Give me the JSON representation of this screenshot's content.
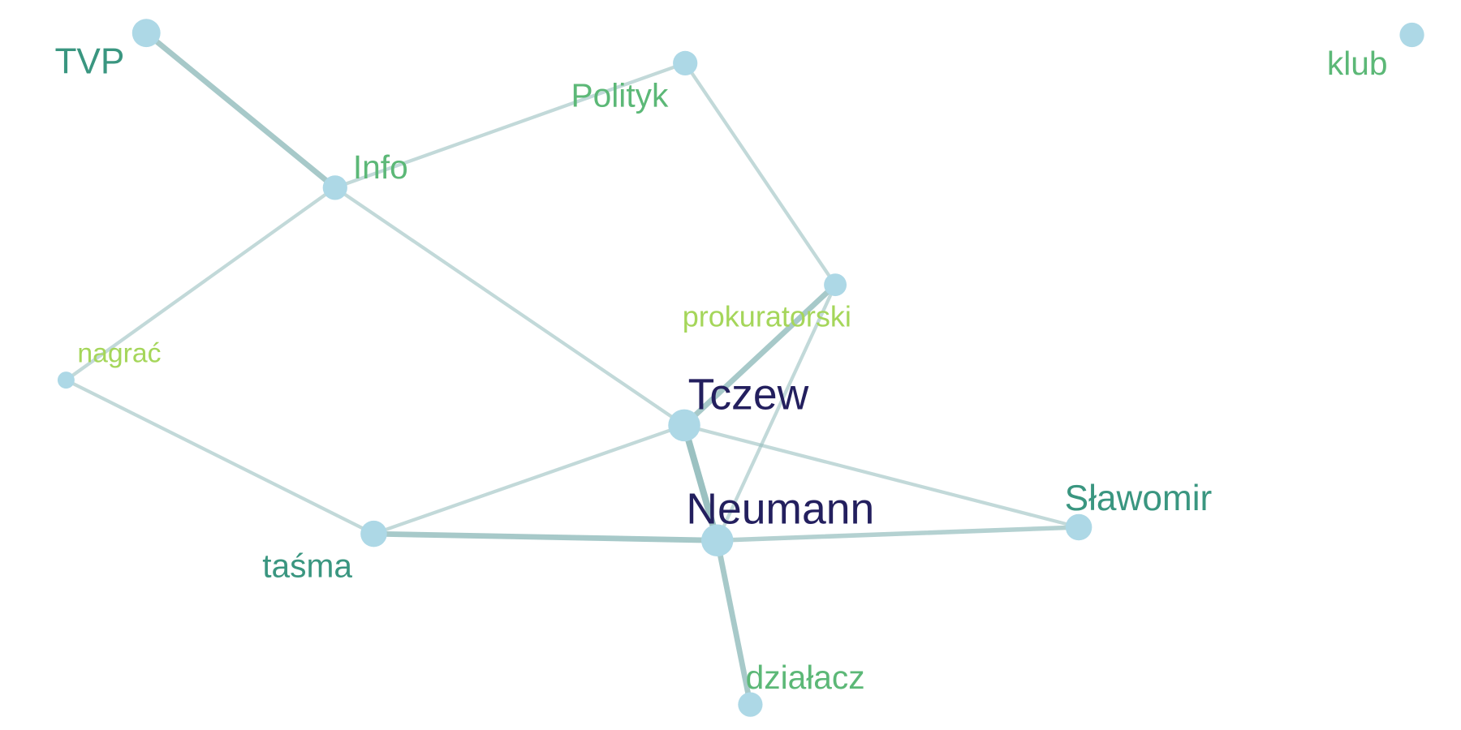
{
  "graph": {
    "nodes": [
      {
        "id": "TVP",
        "label": "TVP",
        "color": "#3a9680",
        "weight": 3
      },
      {
        "id": "Polityk",
        "label": "Polityk",
        "color": "#5cb877",
        "weight": 2
      },
      {
        "id": "klub",
        "label": "klub",
        "color": "#5cb877",
        "weight": 2
      },
      {
        "id": "Info",
        "label": "Info",
        "color": "#5cb877",
        "weight": 2
      },
      {
        "id": "prokuratorski",
        "label": "prokuratorski",
        "color": "#a5d65a",
        "weight": 1
      },
      {
        "id": "nagrac",
        "label": "nagrać",
        "color": "#a5d65a",
        "weight": 1
      },
      {
        "id": "Tczew",
        "label": "Tczew",
        "color": "#231f5e",
        "weight": 5
      },
      {
        "id": "Neumann",
        "label": "Neumann",
        "color": "#231f5e",
        "weight": 5
      },
      {
        "id": "Slawomir",
        "label": "Sławomir",
        "color": "#3a9680",
        "weight": 3
      },
      {
        "id": "tasma",
        "label": "taśma",
        "color": "#3a9680",
        "weight": 3
      },
      {
        "id": "dzialacz",
        "label": "działacz",
        "color": "#5cb877",
        "weight": 2
      }
    ],
    "edges": [
      {
        "source": "TVP",
        "target": "Info",
        "weight": 3
      },
      {
        "source": "Info",
        "target": "Polityk",
        "weight": 1
      },
      {
        "source": "Polityk",
        "target": "prokuratorski",
        "weight": 1
      },
      {
        "source": "Info",
        "target": "nagrac",
        "weight": 1
      },
      {
        "source": "Info",
        "target": "Tczew",
        "weight": 1
      },
      {
        "source": "nagrac",
        "target": "tasma",
        "weight": 1
      },
      {
        "source": "prokuratorski",
        "target": "Tczew",
        "weight": 3
      },
      {
        "source": "prokuratorski",
        "target": "Neumann",
        "weight": 1
      },
      {
        "source": "Tczew",
        "target": "Neumann",
        "weight": 4
      },
      {
        "source": "Tczew",
        "target": "tasma",
        "weight": 1
      },
      {
        "source": "Tczew",
        "target": "Slawomir",
        "weight": 1
      },
      {
        "source": "tasma",
        "target": "Neumann",
        "weight": 3
      },
      {
        "source": "Neumann",
        "target": "Slawomir",
        "weight": 2
      },
      {
        "source": "Neumann",
        "target": "dzialacz",
        "weight": 3
      }
    ],
    "node_fill": "#add8e6",
    "edge_color": "#93bcbc"
  }
}
